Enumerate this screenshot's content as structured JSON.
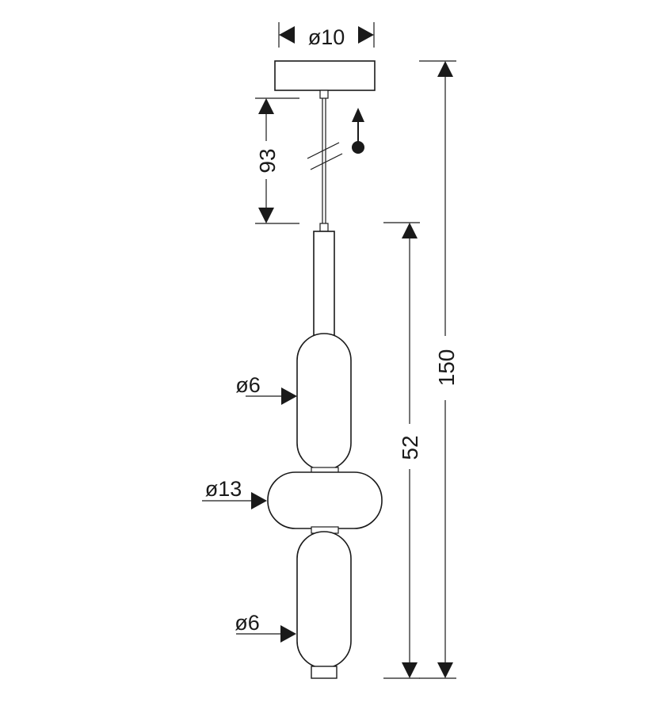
{
  "dimensions": {
    "canopy_diameter": "ø10",
    "cord_length": "93",
    "total_height": "150",
    "lamp_body_height": "52",
    "upper_shade_diameter": "ø6",
    "middle_shade_diameter": "ø13",
    "lower_shade_diameter": "ø6"
  },
  "colors": {
    "line": "#1a1a1a",
    "fill": "#ffffff"
  }
}
